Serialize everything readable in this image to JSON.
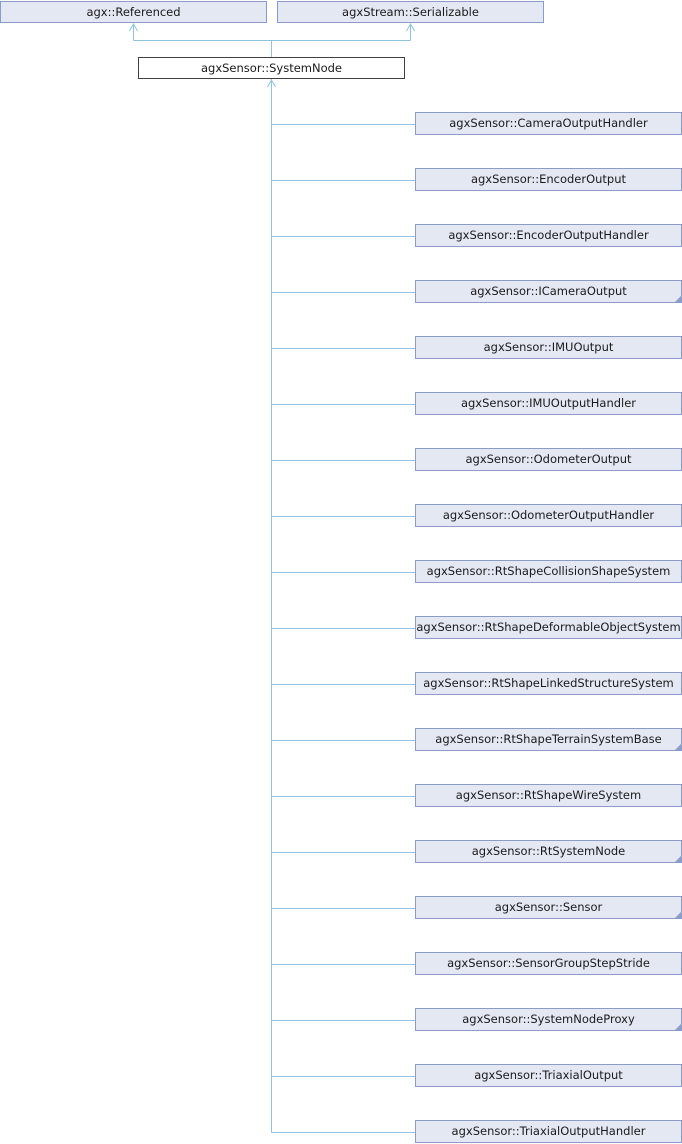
{
  "parents": [
    {
      "label": "agx::Referenced",
      "name": "parent-node-referenced"
    },
    {
      "label": "agxStream::Serializable",
      "name": "parent-node-serializable"
    }
  ],
  "current": {
    "label": "agxSensor::SystemNode"
  },
  "children": [
    {
      "label": "agxSensor::CameraOutputHandler",
      "truncated": false
    },
    {
      "label": "agxSensor::EncoderOutput",
      "truncated": false
    },
    {
      "label": "agxSensor::EncoderOutputHandler",
      "truncated": false
    },
    {
      "label": "agxSensor::ICameraOutput",
      "truncated": true
    },
    {
      "label": "agxSensor::IMUOutput",
      "truncated": false
    },
    {
      "label": "agxSensor::IMUOutputHandler",
      "truncated": false
    },
    {
      "label": "agxSensor::OdometerOutput",
      "truncated": false
    },
    {
      "label": "agxSensor::OdometerOutputHandler",
      "truncated": false
    },
    {
      "label": "agxSensor::RtShapeCollisionShapeSystem",
      "truncated": false
    },
    {
      "label": "agxSensor::RtShapeDeformableObjectSystem",
      "truncated": false
    },
    {
      "label": "agxSensor::RtShapeLinkedStructureSystem",
      "truncated": false
    },
    {
      "label": "agxSensor::RtShapeTerrainSystemBase",
      "truncated": true
    },
    {
      "label": "agxSensor::RtShapeWireSystem",
      "truncated": false
    },
    {
      "label": "agxSensor::RtSystemNode",
      "truncated": true
    },
    {
      "label": "agxSensor::Sensor",
      "truncated": true
    },
    {
      "label": "agxSensor::SensorGroupStepStride",
      "truncated": false
    },
    {
      "label": "agxSensor::SystemNodeProxy",
      "truncated": true
    },
    {
      "label": "agxSensor::TriaxialOutput",
      "truncated": false
    },
    {
      "label": "agxSensor::TriaxialOutputHandler",
      "truncated": false
    }
  ],
  "colors": {
    "edge": "#8fc3e0",
    "node_fill": "#e4e8f3",
    "node_border": "#8b9dc7",
    "current_border": "#404040"
  }
}
